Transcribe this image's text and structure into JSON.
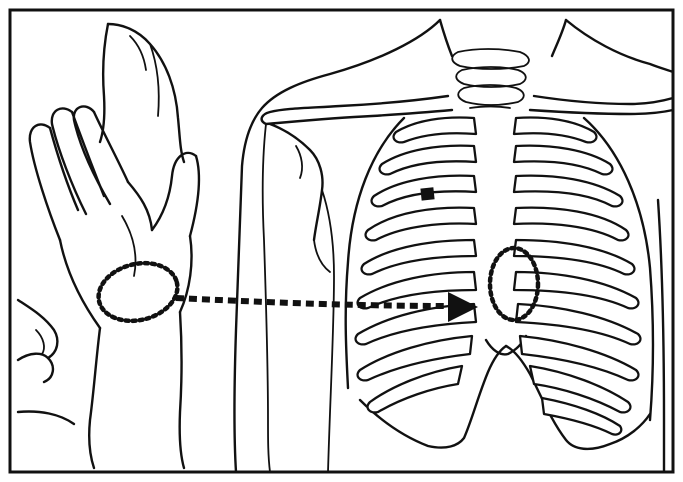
{
  "figure": {
    "colors": {
      "ink": "#111111",
      "background": "#ffffff"
    },
    "elements": [
      "frame",
      "raised-forearm",
      "hand",
      "wrist-heel-target-oval",
      "dashed-arrow",
      "neck",
      "clavicles",
      "shoulder-and-upper-arm",
      "rib-cage",
      "sternum-marker",
      "lower-sternum-target-oval"
    ]
  }
}
